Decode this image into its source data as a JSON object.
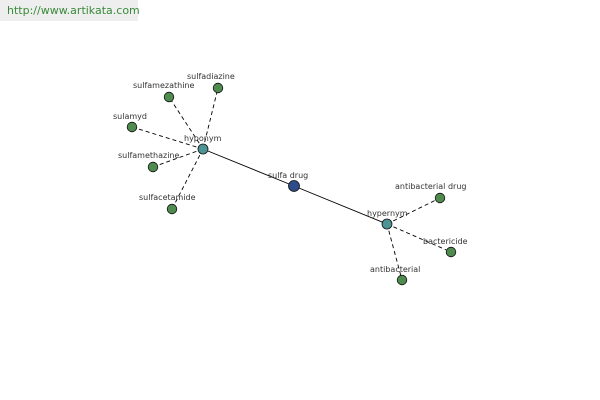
{
  "site": {
    "url": "http://www.artikata.com"
  },
  "colors": {
    "root": "#2f4b8a",
    "relation": "#4f9494",
    "leaf": "#4f8a4f",
    "edge": "#000000",
    "url_text": "#3a8a3a"
  },
  "graph": {
    "nodes": [
      {
        "id": "sulfa-drug",
        "label": "sulfa drug",
        "kind": "root"
      },
      {
        "id": "hyponym",
        "label": "hyponym",
        "kind": "relation"
      },
      {
        "id": "hypernym",
        "label": "hypernym",
        "kind": "relation"
      },
      {
        "id": "sulfadiazine",
        "label": "sulfadiazine",
        "kind": "leaf"
      },
      {
        "id": "sulfamezathine",
        "label": "sulfamezathine",
        "kind": "leaf"
      },
      {
        "id": "sulamyd",
        "label": "sulamyd",
        "kind": "leaf"
      },
      {
        "id": "sulfamethazine",
        "label": "sulfamethazine",
        "kind": "leaf"
      },
      {
        "id": "sulfacetamide",
        "label": "sulfacetamide",
        "kind": "leaf"
      },
      {
        "id": "antibacterial-drug",
        "label": "antibacterial drug",
        "kind": "leaf"
      },
      {
        "id": "bactericide",
        "label": "bactericide",
        "kind": "leaf"
      },
      {
        "id": "antibacterial",
        "label": "antibacterial",
        "kind": "leaf"
      }
    ],
    "edges": [
      {
        "from": "sulfa-drug",
        "to": "hyponym",
        "style": "solid"
      },
      {
        "from": "sulfa-drug",
        "to": "hypernym",
        "style": "solid"
      },
      {
        "from": "hyponym",
        "to": "sulfadiazine",
        "style": "dashed"
      },
      {
        "from": "hyponym",
        "to": "sulfamezathine",
        "style": "dashed"
      },
      {
        "from": "hyponym",
        "to": "sulamyd",
        "style": "dashed"
      },
      {
        "from": "hyponym",
        "to": "sulfamethazine",
        "style": "dashed"
      },
      {
        "from": "hyponym",
        "to": "sulfacetamide",
        "style": "dashed"
      },
      {
        "from": "hypernym",
        "to": "antibacterial-drug",
        "style": "dashed"
      },
      {
        "from": "hypernym",
        "to": "bactericide",
        "style": "dashed"
      },
      {
        "from": "hypernym",
        "to": "antibacterial",
        "style": "dashed"
      }
    ]
  }
}
